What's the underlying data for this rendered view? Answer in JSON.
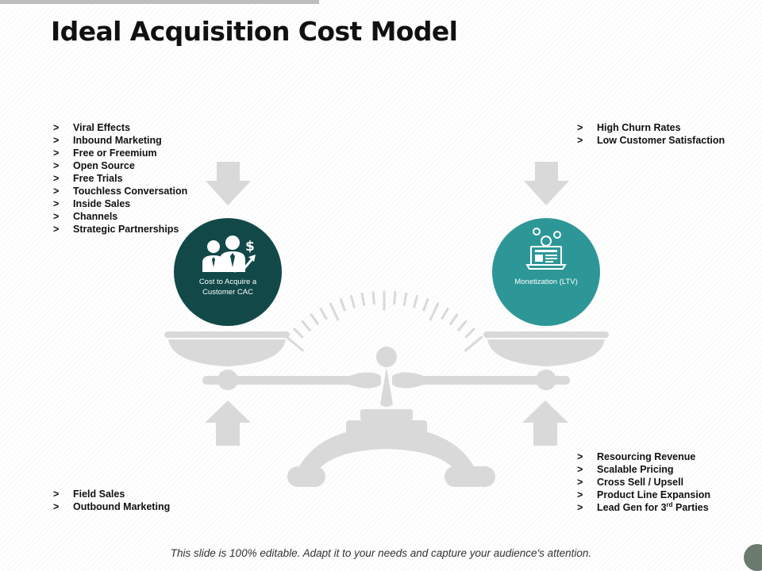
{
  "title": "Ideal Acquisition Cost Model",
  "chevron": ">",
  "lists": {
    "top_left": [
      "Viral Effects",
      "Inbound Marketing",
      "Free or Freemium",
      "Open Source",
      "Free Trials",
      "Touchless Conversation",
      "Inside Sales",
      "Channels",
      "Strategic Partnerships"
    ],
    "top_right": [
      "High Churn Rates",
      "Low Customer  Satisfaction"
    ],
    "bottom_left": [
      "Field Sales",
      "Outbound Marketing"
    ],
    "bottom_right": [
      "Resourcing  Revenue",
      "Scalable Pricing",
      "Cross  Sell / Upsell",
      "Product Line Expansion"
    ],
    "bottom_right_last": {
      "prefix": "Lead Gen for 3",
      "sup": "rd",
      "suffix": " Parties"
    }
  },
  "circles": {
    "cac": {
      "line1": "Cost to Acquire a",
      "line2": "Customer CAC",
      "icon": "business-people-dollar-icon"
    },
    "ltv": {
      "label": "Monetization (LTV)",
      "icon": "laptop-money-icon"
    }
  },
  "footer": "This slide is 100% editable.  Adapt it to your needs and capture your audience's attention.",
  "colors": {
    "cac": "#124848",
    "ltv": "#2d9797",
    "scale_gray": "#d9d9d9",
    "arrow_gray": "#d9d9d9"
  }
}
